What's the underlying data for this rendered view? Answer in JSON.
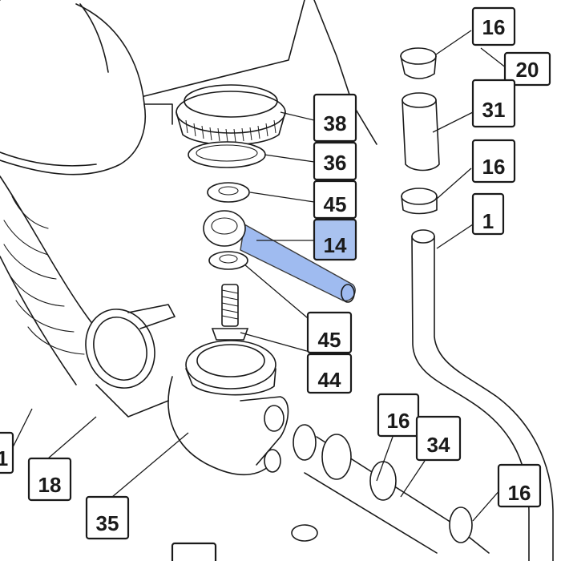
{
  "diagram": {
    "highlight_color": "#a9c2ef",
    "callouts": [
      {
        "id": "c16a",
        "label": "16"
      },
      {
        "id": "c20",
        "label": "20"
      },
      {
        "id": "c38",
        "label": "38"
      },
      {
        "id": "c31",
        "label": "31"
      },
      {
        "id": "c36",
        "label": "36"
      },
      {
        "id": "c16b",
        "label": "16"
      },
      {
        "id": "c45a",
        "label": "45"
      },
      {
        "id": "c14",
        "label": "14",
        "highlighted": true
      },
      {
        "id": "c1",
        "label": "1"
      },
      {
        "id": "c45b",
        "label": "45"
      },
      {
        "id": "c44",
        "label": "44"
      },
      {
        "id": "c16c",
        "label": "16"
      },
      {
        "id": "c34",
        "label": "34"
      },
      {
        "id": "c16d",
        "label": "16"
      },
      {
        "id": "c18",
        "label": "18"
      },
      {
        "id": "c35",
        "label": "35"
      },
      {
        "id": "cLeft",
        "label": "1"
      }
    ]
  }
}
